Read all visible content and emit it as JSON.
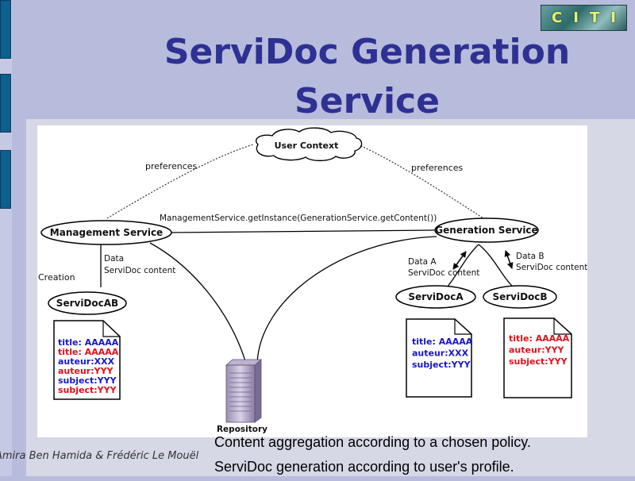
{
  "slide": {
    "title_line1": "ServiDoc Generation",
    "title_line2": "Service",
    "logo_letters": [
      "C",
      "I",
      "T",
      "I"
    ],
    "bullets": [
      "Content aggregation according to a chosen policy.",
      "ServiDoc generation according to user's profile."
    ],
    "footer": "Amira Ben Hamida & Frédéric Le Mouël",
    "colors": {
      "background": "#b8bcdc",
      "title": "#2e3192",
      "sidebar_tab": "#0f5f8f",
      "doc_blue": "#1717c4",
      "doc_red": "#e0101a"
    }
  },
  "diagram": {
    "user_context": "User Context",
    "preferences_left": "preferences",
    "preferences_right": "preferences",
    "call_label": "ManagementService.getInstance(GenerationService.getContent())",
    "management_service": "Management Service",
    "generation_service": "Generation Service",
    "servidoc_ab": "ServiDocAB",
    "servidoc_a": "ServiDocA",
    "servidoc_b": "ServiDocB",
    "creation": "Creation",
    "data_left": "Data",
    "content_left": "ServiDoc content",
    "data_a": "Data A",
    "content_a": "ServiDoc content",
    "data_b": "Data B",
    "content_b": "ServiDoc content",
    "repository": "Repository",
    "doc_ab": [
      {
        "text": "title:  AAAAA",
        "color": "blue"
      },
      {
        "text": "title:  AAAAA",
        "color": "red"
      },
      {
        "text": "auteur:XXX",
        "color": "blue"
      },
      {
        "text": "auteur:YYY",
        "color": "red"
      },
      {
        "text": "subject:YYY",
        "color": "blue"
      },
      {
        "text": "subject:YYY",
        "color": "red"
      }
    ],
    "doc_a": [
      {
        "text": "title:  AAAAA",
        "color": "blue"
      },
      {
        "text": "auteur:XXX",
        "color": "blue"
      },
      {
        "text": "subject:YYY",
        "color": "blue"
      }
    ],
    "doc_b": [
      {
        "text": "title:  AAAAA",
        "color": "red"
      },
      {
        "text": "auteur:YYY",
        "color": "red"
      },
      {
        "text": "subject:YYY",
        "color": "red"
      }
    ]
  }
}
